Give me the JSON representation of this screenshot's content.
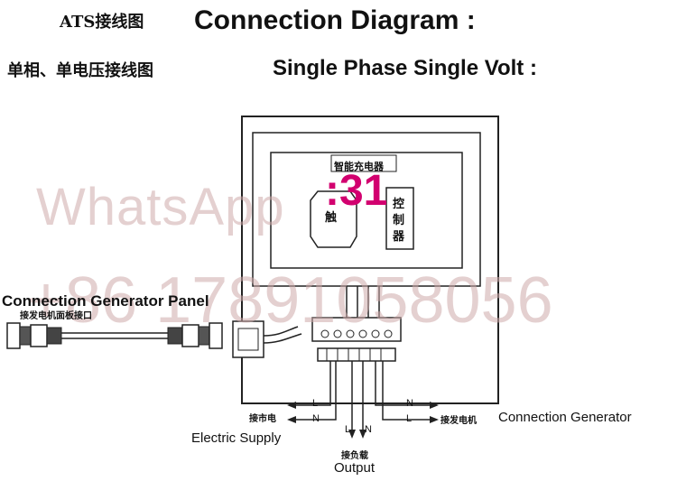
{
  "header": {
    "title_cn": "ATS接线图",
    "title_en": "Connection Diagram :",
    "subtitle_cn": "单相、单电压接线图",
    "subtitle_en": "Single Phase Single Volt :"
  },
  "labels": {
    "generator_panel_en": "Connection Generator Panel",
    "generator_panel_cn": "接发电机面板接口",
    "supply_cn": "接市电",
    "supply_en": "Electric Supply",
    "output_cn": "接负载",
    "output_en": "Output",
    "generator_cn": "接发电机",
    "generator_en": "Connection Generator",
    "controller_title": "智能充电器",
    "contactor": "触",
    "control_unit": "控制器"
  },
  "wires": {
    "supply_L": "L",
    "supply_N": "N",
    "generator_N": "N",
    "generator_L": "L",
    "output_L": "L",
    "output_N": "N"
  },
  "watermark": {
    "line1": "WhatsApp",
    "line2": "+86 17891058056",
    "stamp": ":31"
  }
}
